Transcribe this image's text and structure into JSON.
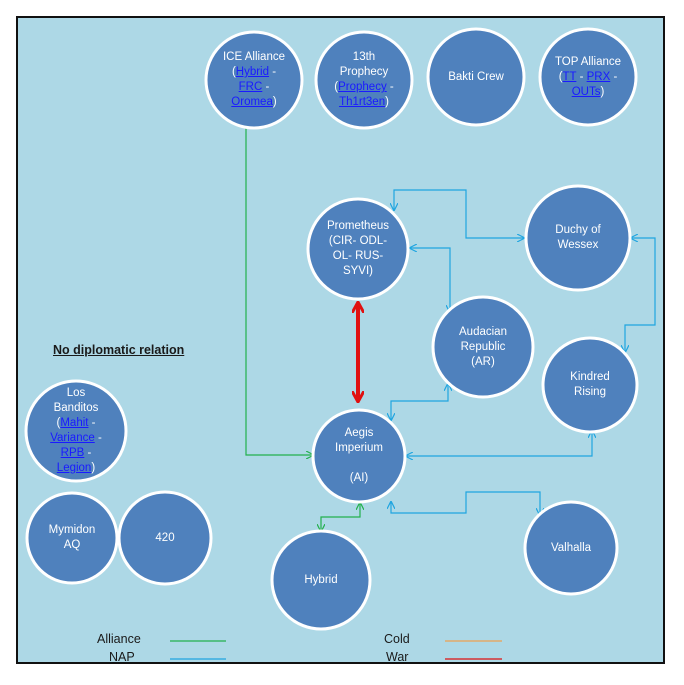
{
  "nodes": [
    {
      "id": "ice",
      "lines": [
        [
          "ICE Alliance"
        ],
        [
          "(",
          {
            "link": "Hybrid"
          },
          " -"
        ],
        [
          {
            "link": "FRC"
          },
          " -"
        ],
        [
          {
            "link": "Oromea"
          },
          ")"
        ]
      ]
    },
    {
      "id": "prophecy13",
      "lines": [
        [
          "13th"
        ],
        [
          "Prophecy"
        ],
        [
          "(",
          {
            "link": "Prophecy"
          },
          " -"
        ],
        [
          {
            "link": "Th1rt3en"
          },
          ")"
        ]
      ]
    },
    {
      "id": "bakti",
      "lines": [
        [
          "Bakti Crew"
        ]
      ]
    },
    {
      "id": "top",
      "lines": [
        [
          "TOP Alliance"
        ],
        [
          "(",
          {
            "link": "TT"
          },
          " - ",
          {
            "link": "PRX"
          },
          " -"
        ],
        [
          {
            "link": "OUTs"
          },
          ")"
        ]
      ]
    },
    {
      "id": "prometheus",
      "lines": [
        [
          "Prometheus"
        ],
        [
          "(CIR- ODL-"
        ],
        [
          "OL- RUS-"
        ],
        [
          "SYVI)"
        ]
      ]
    },
    {
      "id": "duchy",
      "lines": [
        [
          "Duchy of"
        ],
        [
          "Wessex"
        ]
      ]
    },
    {
      "id": "audacian",
      "lines": [
        [
          "Audacian"
        ],
        [
          "Republic"
        ],
        [
          "(AR)"
        ]
      ]
    },
    {
      "id": "kindred",
      "lines": [
        [
          "Kindred"
        ],
        [
          "Rising"
        ]
      ]
    },
    {
      "id": "aegis",
      "lines": [
        [
          "Aegis"
        ],
        [
          "Imperium"
        ],
        [
          ""
        ],
        [
          "(AI)"
        ]
      ]
    },
    {
      "id": "losbanditos",
      "lines": [
        [
          "Los"
        ],
        [
          "Banditos"
        ],
        [
          "(",
          {
            "link": "Mahit"
          },
          " -"
        ],
        [
          {
            "link": "Variance"
          },
          " -"
        ],
        [
          {
            "link": "RPB"
          },
          " -"
        ],
        [
          {
            "link": "Legion"
          },
          ")"
        ]
      ]
    },
    {
      "id": "mymidon",
      "lines": [
        [
          "Mymidon"
        ],
        [
          "AQ"
        ]
      ]
    },
    {
      "id": "n420",
      "lines": [
        [
          "420"
        ]
      ]
    },
    {
      "id": "hybrid",
      "lines": [
        [
          "Hybrid"
        ]
      ]
    },
    {
      "id": "valhalla",
      "lines": [
        [
          "Valhalla"
        ]
      ]
    }
  ],
  "edges": [
    {
      "from": "ice",
      "to": "aegis",
      "relation": "Alliance"
    },
    {
      "from": "hybrid",
      "to": "aegis",
      "relation": "Alliance"
    },
    {
      "from": "prometheus",
      "to": "aegis",
      "relation": "War"
    },
    {
      "from": "prometheus",
      "to": "duchy",
      "relation": "NAP"
    },
    {
      "from": "prometheus",
      "to": "audacian",
      "relation": "NAP"
    },
    {
      "from": "audacian",
      "to": "aegis",
      "relation": "NAP"
    },
    {
      "from": "duchy",
      "to": "kindred",
      "relation": "NAP"
    },
    {
      "from": "kindred",
      "to": "aegis",
      "relation": "NAP"
    },
    {
      "from": "valhalla",
      "to": "aegis",
      "relation": "NAP"
    }
  ],
  "no_relation_label": "No diplomatic relation",
  "legend": [
    {
      "label": "Alliance",
      "color": "#22b04c"
    },
    {
      "label": "NAP",
      "color": "#1fa5e0"
    },
    {
      "label": "Cold",
      "color": "#f0a050"
    },
    {
      "label": "War",
      "color": "#e01010"
    }
  ],
  "colors": {
    "background": "#add8e6",
    "node_fill": "#4f81bd",
    "node_stroke": "#ffffff",
    "frame": "#111111"
  }
}
